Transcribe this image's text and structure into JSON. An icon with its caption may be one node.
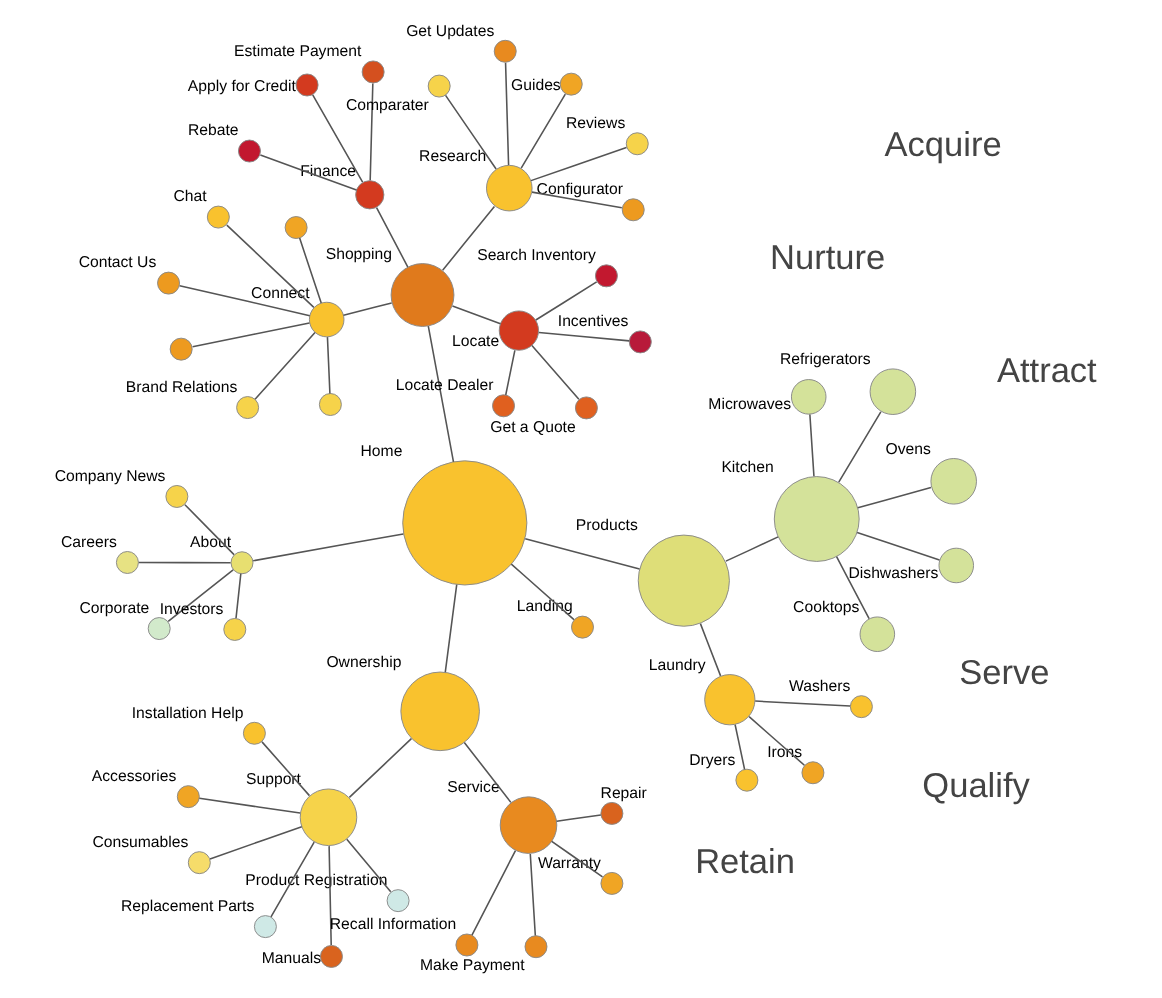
{
  "diagram": {
    "nodes": [
      {
        "text": [],
        "shape": "circle",
        "beside": [
          "Home"
        ]
      },
      {
        "text": [],
        "shape": "circle",
        "beside": [
          "Ownership"
        ]
      },
      {
        "text": [],
        "shape": "circle",
        "beside": [
          "Support"
        ]
      },
      {
        "text": [],
        "shape": "circle",
        "beside": [
          "Installation Help"
        ]
      },
      {
        "text": [],
        "shape": "circle",
        "beside": [
          "Product Registration"
        ]
      },
      {
        "text": [],
        "shape": "circle",
        "beside": [
          "Accessories"
        ]
      },
      {
        "text": [],
        "shape": "circle",
        "beside": [
          "Consumables"
        ]
      },
      {
        "text": [],
        "shape": "circle",
        "beside": [
          "Manuals"
        ]
      },
      {
        "text": [],
        "shape": "circle",
        "beside": [
          "Replacement Parts"
        ]
      },
      {
        "text": [],
        "shape": "circle",
        "beside": [
          "Service"
        ]
      },
      {
        "text": [],
        "shape": "circle",
        "beside": [
          "Make Payment"
        ]
      },
      {
        "text": [],
        "shape": "circle",
        "beside": [
          "Recall Information"
        ]
      },
      {
        "text": [],
        "shape": "circle",
        "beside": [
          "Warranty"
        ]
      },
      {
        "text": [],
        "shape": "circle",
        "beside": [
          "Repair"
        ]
      },
      {
        "text": [],
        "shape": "circle",
        "beside": [
          "About"
        ]
      },
      {
        "text": [],
        "shape": "circle",
        "beside": [
          "Corporate"
        ]
      },
      {
        "text": [],
        "shape": "circle",
        "beside": [
          "Investors"
        ]
      },
      {
        "text": [],
        "shape": "circle",
        "beside": [
          "Company News"
        ]
      },
      {
        "text": [],
        "shape": "circle",
        "beside": [
          "Careers"
        ]
      },
      {
        "text": [],
        "shape": "circle",
        "beside": [
          "Landing"
        ]
      },
      {
        "text": [],
        "shape": "circle",
        "beside": [
          "Products"
        ]
      },
      {
        "text": [],
        "shape": "circle",
        "beside": [
          "Kitchen"
        ]
      },
      {
        "text": [],
        "shape": "circle",
        "beside": [
          "Ovens"
        ]
      },
      {
        "text": [],
        "shape": "circle",
        "beside": [
          "Refrigerators"
        ]
      },
      {
        "text": [],
        "shape": "circle",
        "beside": [
          "Microwaves"
        ]
      },
      {
        "text": [],
        "shape": "circle",
        "beside": [
          "Cooktops"
        ]
      },
      {
        "text": [],
        "shape": "circle",
        "beside": [
          "Dishwashers"
        ]
      },
      {
        "text": [],
        "shape": "circle",
        "beside": [
          "Laundry"
        ]
      },
      {
        "text": [],
        "shape": "circle",
        "beside": [
          "Dryers"
        ]
      },
      {
        "text": [],
        "shape": "circle",
        "beside": [
          "Irons"
        ]
      },
      {
        "text": [],
        "shape": "circle",
        "beside": [
          "Washers"
        ]
      },
      {
        "text": [],
        "shape": "circle",
        "beside": [
          "Shopping"
        ]
      },
      {
        "text": [],
        "shape": "circle",
        "beside": [
          "Connect"
        ]
      },
      {
        "text": [],
        "shape": "circle"
      },
      {
        "text": [],
        "shape": "circle"
      },
      {
        "text": [],
        "shape": "circle"
      },
      {
        "text": [],
        "shape": "circle",
        "beside": [
          "Contact Us"
        ]
      },
      {
        "text": [],
        "shape": "circle",
        "beside": [
          "Chat"
        ]
      },
      {
        "text": [],
        "shape": "circle",
        "beside": [
          "Brand Relations"
        ]
      },
      {
        "text": [],
        "shape": "circle",
        "beside": [
          "Finance"
        ]
      },
      {
        "text": [],
        "shape": "circle",
        "beside": [
          "Estimate Payment"
        ]
      },
      {
        "text": [],
        "shape": "circle",
        "beside": [
          "Apply for Credit"
        ]
      },
      {
        "text": [],
        "shape": "circle",
        "beside": [
          "Rebate"
        ]
      },
      {
        "text": [],
        "shape": "circle",
        "beside": [
          "Locate"
        ]
      },
      {
        "text": [],
        "shape": "circle",
        "beside": [
          "Search Inventory"
        ]
      },
      {
        "text": [],
        "shape": "circle",
        "beside": [
          "Locate Dealer"
        ]
      },
      {
        "text": [],
        "shape": "circle",
        "beside": [
          "Incentives"
        ]
      },
      {
        "text": [],
        "shape": "circle",
        "beside": [
          "Get a Quote"
        ]
      },
      {
        "text": [],
        "shape": "circle",
        "beside": [
          "Research"
        ]
      },
      {
        "text": [],
        "shape": "circle",
        "beside": [
          "Configurator"
        ]
      },
      {
        "text": [],
        "shape": "circle",
        "beside": [
          "Comparater"
        ]
      },
      {
        "text": [],
        "shape": "circle",
        "beside": [
          "Reviews"
        ]
      },
      {
        "text": [],
        "shape": "circle",
        "beside": [
          "Guides"
        ]
      },
      {
        "text": [],
        "shape": "circle",
        "beside": [
          "Get Updates"
        ]
      }
    ],
    "edges": [
      {
        "from": 0,
        "to": 1,
        "arrow": "none"
      },
      {
        "from": 1,
        "to": 2,
        "arrow": "none"
      },
      {
        "from": 2,
        "to": 3,
        "arrow": "none"
      },
      {
        "from": 2,
        "to": 4,
        "arrow": "none"
      },
      {
        "from": 2,
        "to": 5,
        "arrow": "none"
      },
      {
        "from": 2,
        "to": 6,
        "arrow": "none"
      },
      {
        "from": 2,
        "to": 7,
        "arrow": "none"
      },
      {
        "from": 2,
        "to": 8,
        "arrow": "none"
      },
      {
        "from": 1,
        "to": 9,
        "arrow": "none"
      },
      {
        "from": 9,
        "to": 10,
        "arrow": "none"
      },
      {
        "from": 9,
        "to": 11,
        "arrow": "none"
      },
      {
        "from": 9,
        "to": 12,
        "arrow": "none"
      },
      {
        "from": 9,
        "to": 13,
        "arrow": "none"
      },
      {
        "from": 0,
        "to": 14,
        "arrow": "none"
      },
      {
        "from": 14,
        "to": 15,
        "arrow": "none"
      },
      {
        "from": 14,
        "to": 16,
        "arrow": "none"
      },
      {
        "from": 14,
        "to": 17,
        "arrow": "none"
      },
      {
        "from": 14,
        "to": 18,
        "arrow": "none"
      },
      {
        "from": 0,
        "to": 19,
        "arrow": "none"
      },
      {
        "from": 0,
        "to": 20,
        "arrow": "none"
      },
      {
        "from": 20,
        "to": 21,
        "arrow": "none"
      },
      {
        "from": 21,
        "to": 22,
        "arrow": "none"
      },
      {
        "from": 21,
        "to": 23,
        "arrow": "none"
      },
      {
        "from": 21,
        "to": 24,
        "arrow": "none"
      },
      {
        "from": 21,
        "to": 25,
        "arrow": "none"
      },
      {
        "from": 21,
        "to": 26,
        "arrow": "none"
      },
      {
        "from": 20,
        "to": 27,
        "arrow": "none"
      },
      {
        "from": 27,
        "to": 28,
        "arrow": "none"
      },
      {
        "from": 27,
        "to": 29,
        "arrow": "none"
      },
      {
        "from": 27,
        "to": 30,
        "arrow": "none"
      },
      {
        "from": 0,
        "to": 31,
        "arrow": "none"
      },
      {
        "from": 31,
        "to": 32,
        "arrow": "none"
      },
      {
        "from": 32,
        "to": 33,
        "arrow": "none"
      },
      {
        "from": 32,
        "to": 34,
        "arrow": "none"
      },
      {
        "from": 32,
        "to": 35,
        "arrow": "none"
      },
      {
        "from": 32,
        "to": 36,
        "arrow": "none"
      },
      {
        "from": 32,
        "to": 37,
        "arrow": "none"
      },
      {
        "from": 32,
        "to": 38,
        "arrow": "none"
      },
      {
        "from": 31,
        "to": 39,
        "arrow": "none"
      },
      {
        "from": 39,
        "to": 40,
        "arrow": "none"
      },
      {
        "from": 39,
        "to": 41,
        "arrow": "none"
      },
      {
        "from": 39,
        "to": 42,
        "arrow": "none"
      },
      {
        "from": 31,
        "to": 43,
        "arrow": "none"
      },
      {
        "from": 43,
        "to": 44,
        "arrow": "none"
      },
      {
        "from": 43,
        "to": 45,
        "arrow": "none"
      },
      {
        "from": 43,
        "to": 46,
        "arrow": "none"
      },
      {
        "from": 43,
        "to": 47,
        "arrow": "none"
      },
      {
        "from": 31,
        "to": 48,
        "arrow": "none"
      },
      {
        "from": 48,
        "to": 49,
        "arrow": "none"
      },
      {
        "from": 48,
        "to": 50,
        "arrow": "none"
      },
      {
        "from": 48,
        "to": 51,
        "arrow": "none"
      },
      {
        "from": 48,
        "to": 52,
        "arrow": "none"
      },
      {
        "from": 48,
        "to": 53,
        "arrow": "none"
      }
    ],
    "labels": [
      "Serve",
      "Retain",
      "Nurture",
      "Acquire",
      "Qualify",
      "Attract"
    ]
  }
}
